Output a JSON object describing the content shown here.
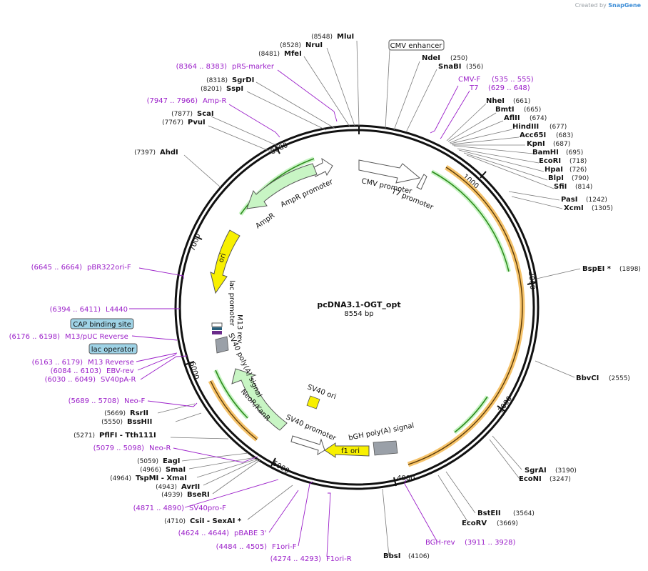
{
  "credit": {
    "prefix": "Created by",
    "brand": "SnapGene"
  },
  "plasmid": {
    "name": "pcDNA3.1-OGT_opt",
    "length_label": "8554 bp"
  },
  "ticks": [
    "1000",
    "2000",
    "3000",
    "4000",
    "5000",
    "6000",
    "7000",
    "8000"
  ],
  "right_labels": [
    {
      "name": "NdeI",
      "pos": "(250)"
    },
    {
      "name": "SnaBI",
      "pos": "(356)"
    },
    {
      "name": "NheI",
      "pos": "(661)"
    },
    {
      "name": "BmtI",
      "pos": "(665)"
    },
    {
      "name": "AflII",
      "pos": "(674)"
    },
    {
      "name": "HindIII",
      "pos": "(677)"
    },
    {
      "name": "Acc65I",
      "pos": "(683)"
    },
    {
      "name": "KpnI",
      "pos": "(687)"
    },
    {
      "name": "BamHI",
      "pos": "(695)"
    },
    {
      "name": "EcoRI",
      "pos": "(718)"
    },
    {
      "name": "HpaI",
      "pos": "(726)"
    },
    {
      "name": "BlpI",
      "pos": "(790)"
    },
    {
      "name": "SfiI",
      "pos": "(814)"
    },
    {
      "name": "PasI",
      "pos": "(1242)"
    },
    {
      "name": "XcmI",
      "pos": "(1305)"
    },
    {
      "name": "BspEI *",
      "pos": "(1898)"
    },
    {
      "name": "BbvCI",
      "pos": "(2555)"
    },
    {
      "name": "SgrAI",
      "pos": "(3190)"
    },
    {
      "name": "EcoNI",
      "pos": "(3247)"
    },
    {
      "name": "BstEII",
      "pos": "(3564)"
    },
    {
      "name": "EcoRV",
      "pos": "(3669)"
    },
    {
      "name": "BbsI",
      "pos": "(4106)"
    }
  ],
  "left_labels": [
    {
      "name": "MluI",
      "pos": "(8548)"
    },
    {
      "name": "NruI",
      "pos": "(8528)"
    },
    {
      "name": "MfeI",
      "pos": "(8481)"
    },
    {
      "name": "SgrDI",
      "pos": "(8318)"
    },
    {
      "name": "SspI",
      "pos": "(8201)"
    },
    {
      "name": "ScaI",
      "pos": "(7877)"
    },
    {
      "name": "PvuI",
      "pos": "(7767)"
    },
    {
      "name": "AhdI",
      "pos": "(7397)"
    },
    {
      "name": "RsrII",
      "pos": "(5669)"
    },
    {
      "name": "BssHII",
      "pos": "(5550)"
    },
    {
      "name": "PflFI  - Tth111I",
      "pos": "(5271)"
    },
    {
      "name": "EagI",
      "pos": "(5059)"
    },
    {
      "name": "SmaI",
      "pos": "(4966)"
    },
    {
      "name": "TspMI  - XmaI",
      "pos": "(4964)"
    },
    {
      "name": "AvrII",
      "pos": "(4943)"
    },
    {
      "name": "BseRI",
      "pos": "(4939)"
    },
    {
      "name": "CsiI  - SexAI *",
      "pos": "(4710)"
    }
  ],
  "primers": [
    {
      "name": "pRS-marker",
      "range": "(8364 .. 8383)"
    },
    {
      "name": "Amp-R",
      "range": "(7947 .. 7966)"
    },
    {
      "name": "CMV-F",
      "range": "(535 .. 555)"
    },
    {
      "name": "T7",
      "range": "(629 .. 648)"
    },
    {
      "name": "pBR322ori-F",
      "range": "(6645 .. 6664)"
    },
    {
      "name": "L4440",
      "range": "(6394 .. 6411)"
    },
    {
      "name": "M13/pUC Reverse",
      "range": "(6176 .. 6198)"
    },
    {
      "name": "M13 Reverse",
      "range": "(6163 .. 6179)"
    },
    {
      "name": "EBV-rev",
      "range": "(6084 .. 6103)"
    },
    {
      "name": "SV40pA-R",
      "range": "(6030 .. 6049)"
    },
    {
      "name": "Neo-F",
      "range": "(5689 .. 5708)"
    },
    {
      "name": "Neo-R",
      "range": "(5079 .. 5098)"
    },
    {
      "name": "SV40pro-F",
      "range": "(4871 .. 4890)"
    },
    {
      "name": "pBABE 3'",
      "range": "(4624 .. 4644)"
    },
    {
      "name": "F1ori-F",
      "range": "(4484 .. 4505)"
    },
    {
      "name": "F1ori-R",
      "range": "(4274 .. 4293)"
    },
    {
      "name": "BGH-rev",
      "range": "(3911 .. 3928)"
    }
  ],
  "boxed_labels": [
    "CMV enhancer",
    "CAP binding site",
    "lac operator"
  ],
  "features": {
    "cmv_promoter": "CMV promoter",
    "t7_promoter": "T7 promoter",
    "ampr_promoter": "AmpR promoter",
    "ampr": "AmpR",
    "ori": "ori",
    "lac_promoter": "lac promoter",
    "m13_rev": "M13 rev",
    "sv40_polya": "SV40 poly(A) signal",
    "neor": "NeoR/KanR",
    "sv40_promoter": "SV40 promoter",
    "sv40_ori": "SV40 ori",
    "f1_ori": "f1 ori",
    "bgh": "bGH poly(A) signal"
  },
  "colors": {
    "backbone": "#111111",
    "orf_orange": "#f6c36a",
    "orf_green": "#2e8b1e",
    "green_fill": "#c8f5c4",
    "yellow": "#f8f000",
    "grey": "#9aa0a8",
    "primer": "#9b1fc9",
    "cap_box": "#9fd3e6"
  }
}
